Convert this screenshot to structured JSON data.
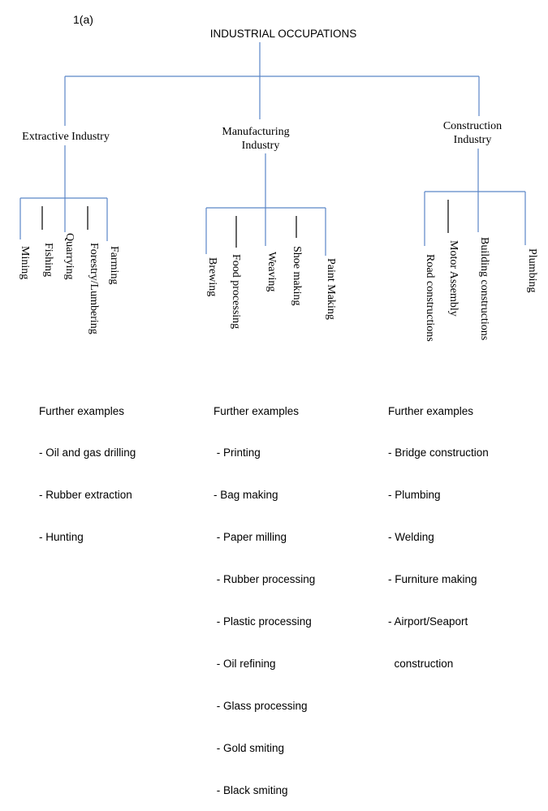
{
  "question_label": "1(a)",
  "root": "INDUSTRIAL OCCUPATIONS",
  "branches": [
    {
      "name_lines": [
        "Extractive Industry"
      ],
      "leaves": [
        "Mining",
        "Fishing",
        "Quarrying",
        "Forestry/Lumbering",
        "Farming"
      ],
      "further_title": "Further examples",
      "further_items": [
        "- Oil and gas drilling",
        "- Rubber extraction",
        "- Hunting"
      ]
    },
    {
      "name_lines": [
        "Manufacturing",
        "Industry"
      ],
      "leaves": [
        "Brewing",
        "Food processing",
        "Weaving",
        "Shoe making",
        "Paint Making"
      ],
      "further_title": "Further examples",
      "further_items": [
        " - Printing",
        "- Bag making",
        " - Paper milling",
        " - Rubber processing",
        " - Plastic processing",
        " - Oil refining",
        " - Glass processing",
        " - Gold smiting",
        " - Black smiting"
      ]
    },
    {
      "name_lines": [
        "Construction",
        "Industry"
      ],
      "leaves": [
        "Road constructions",
        "Motor Assembly",
        "Building constructions",
        "Plumbing"
      ],
      "further_title": "Further examples",
      "further_items": [
        "- Bridge construction",
        "- Plumbing",
        "- Welding",
        "- Furniture making",
        "- Airport/Seaport",
        "  construction"
      ]
    }
  ]
}
